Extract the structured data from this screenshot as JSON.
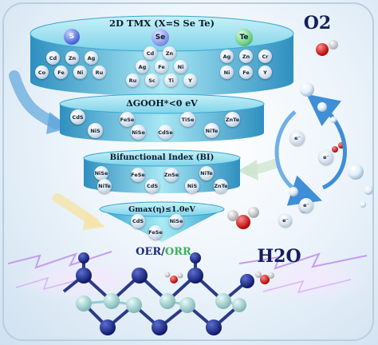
{
  "funnel": {
    "tier1_title": "2D TMX (X=S Se Te)",
    "tier2_title": "ΔGOOH*<0 eV",
    "tier3_title": "Bifunctional Index (BI)",
    "tier4_title": "Gmax(η)≤1.0eV",
    "tier1_anions": [
      "S",
      "Se",
      "Te"
    ],
    "tier1_s_group": [
      "Cd",
      "Zn",
      "Ag",
      "Co",
      "Fe",
      "Ni",
      "Ru"
    ],
    "tier1_se_group": [
      "Cd",
      "Zn",
      "Ag",
      "Fe",
      "Ni",
      "Ru",
      "Sc",
      "Ti",
      "Y"
    ],
    "tier1_te_group": [
      "Ag",
      "Zn",
      "Cr",
      "Ni",
      "Fe",
      "Y"
    ],
    "tier2_items": [
      "CdS",
      "FeSe",
      "TiSe",
      "ZnTe",
      "NiS",
      "NiSe",
      "CdSe",
      "NiTe"
    ],
    "tier3_items": [
      "NiSe",
      "FeSe",
      "ZnSe",
      "NiTe",
      "NiTe",
      "CdS",
      "NiS",
      "ZnTe"
    ],
    "tier4_items": [
      "CdS",
      "NiSe",
      "FeSe"
    ],
    "output_oer": "OER",
    "output_orr": "ORR"
  },
  "labels": {
    "o2": "O2",
    "h2o": "H2O"
  },
  "electron_label": "e⁻",
  "colors": {
    "tier_fill": "#9fe0f0",
    "tier_fill_dark": "#3aa6cf",
    "accent_green": "#3bb35a",
    "atom_dark": "#1b2a7a",
    "atom_light": "#a9d7d6",
    "arrow_blue": "#3f8ed6"
  }
}
